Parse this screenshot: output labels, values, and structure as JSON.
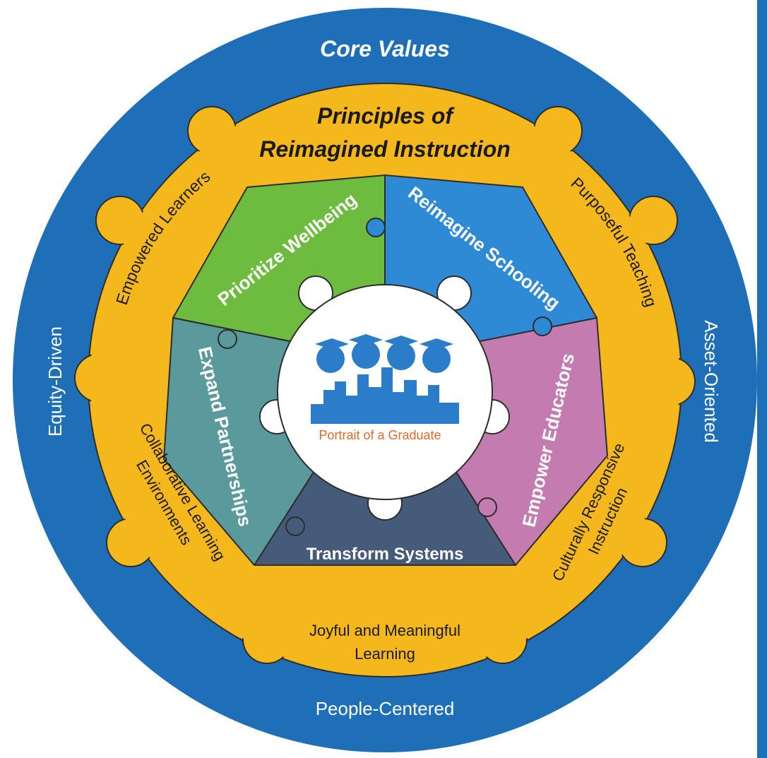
{
  "core_values": {
    "title": "Core Values",
    "values": [
      "Equity-Driven",
      "Asset-Oriented",
      "People-Centered"
    ]
  },
  "principles": {
    "title_line1": "Principles of",
    "title_line2": "Reimagined Instruction",
    "items": {
      "empowered_learners": "Empowered Learners",
      "purposeful_teaching": "Purposeful Teaching",
      "culturally_responsive_1": "Culturally Responsive",
      "culturally_responsive_2": "Instruction",
      "joyful_1": "Joyful and Meaningful",
      "joyful_2": "Learning",
      "collaborative_1": "Collaborative Learning",
      "collaborative_2": "Environments"
    }
  },
  "priorities": [
    {
      "label": "Prioritize Wellbeing",
      "color": "#6dbb3f"
    },
    {
      "label": "Reimagine Schooling",
      "color": "#2f8ad6"
    },
    {
      "label": "Empower Educators",
      "color": "#c47bb0"
    },
    {
      "label": "Transform Systems",
      "color": "#465a7a"
    },
    {
      "label": "Expand Partnerships",
      "color": "#5a9a9c"
    }
  ],
  "center": {
    "caption": "Portrait of a Graduate"
  },
  "colors": {
    "outer_ring": "#1f6fb8",
    "middle_ring": "#f5b81c",
    "center_icon": "#2b7cc9",
    "center_caption": "#e06a2c"
  }
}
